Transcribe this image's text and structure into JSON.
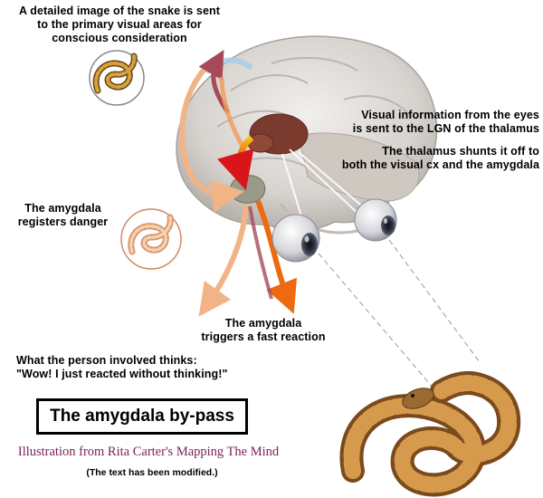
{
  "labels": {
    "detailed_image": "A detailed image of the snake is sent\nto the primary visual areas for\nconscious consideration",
    "visual_info": "Visual information from the eyes\nis sent to the LGN of the thalamus",
    "thalamus_shunt": "The thalamus shunts it off to\nboth the visual cx and the amygdala",
    "amygdala_danger": "The amygdala\nregisters danger",
    "amygdala_reaction": "The amygdala\ntriggers a fast reaction",
    "person_thinks": "What the person involved thinks:\n\"Wow!  I just reacted without thinking!\""
  },
  "title": "The amygdala by-pass",
  "credit": "Illustration from Rita Carter's Mapping The Mind",
  "note": "(The text has been modified.)",
  "colors": {
    "credit": "#7a1f52",
    "arrow_fast": "#f07a1a",
    "arrow_slow": "#f2b487",
    "arrow_visual": "#a64a5a",
    "brain": "#d9d6d2",
    "thalamus": "#7a3b2e",
    "amygdala": "#9a9a8a"
  }
}
